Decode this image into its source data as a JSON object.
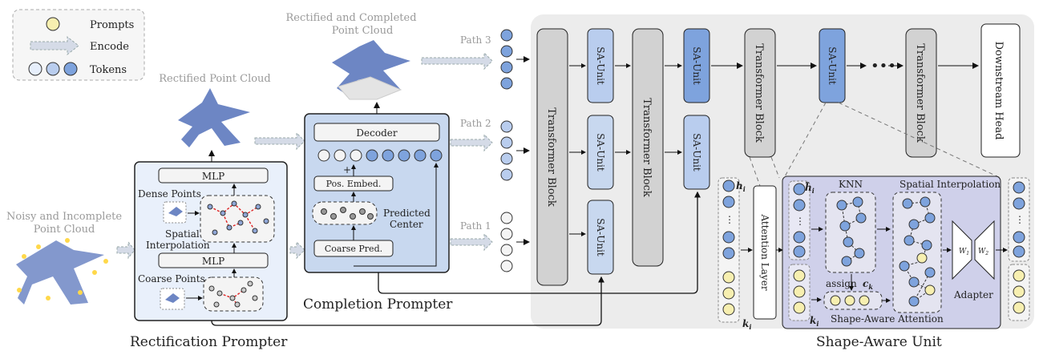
{
  "legend": {
    "prompts": "Prompts",
    "encode": "Encode",
    "tokens": "Tokens"
  },
  "labels": {
    "noisy_cloud_1": "Noisy and Incomplete",
    "noisy_cloud_2": "Point Cloud",
    "rectified_cloud": "Rectified Point Cloud",
    "completed_cloud_1": "Rectified and Completed",
    "completed_cloud_2": "Point Cloud",
    "rectification_prompter": "Rectification Prompter",
    "completion_prompter": "Completion Prompter",
    "shape_aware_unit": "Shape-Aware Unit"
  },
  "rectification": {
    "mlp_top": "MLP",
    "dense_points": "Dense Points",
    "spatial_interp_1": "Spatial",
    "spatial_interp_2": "Interpolation",
    "mlp_bottom": "MLP",
    "coarse_points": "Coarse Points"
  },
  "completion": {
    "decoder": "Decoder",
    "plus": "+",
    "pos_embed": "Pos. Embed.",
    "predicted_1": "Predicted",
    "predicted_2": "Center",
    "coarse_pred": "Coarse Pred."
  },
  "paths": {
    "p1": "Path 1",
    "p2": "Path 2",
    "p3": "Path 3"
  },
  "backbone": {
    "tb1": "Transformer Block",
    "tb2": "Transformer Block",
    "tb3": "Transformer Block",
    "tb4": "Transformer Block",
    "sa1": "SA-Unit",
    "sa2": "SA-Unit",
    "sa3": "SA-Unit",
    "sa4": "SA-Unit",
    "sa5": "SA-Unit",
    "sa6": "SA-Unit",
    "ellipsis": "•••",
    "head": "Downstream Head"
  },
  "sa_detail": {
    "attention": "Attention Layer",
    "knn": "KNN",
    "spatial_interp": "Spatial Interpolation",
    "assign": "assign",
    "ck": "c",
    "ck_sub": "k",
    "shape_aware_attn": "Shape-Aware Attention",
    "adapter": "Adapter",
    "w1": "W",
    "w1_sub": "1",
    "w2": "W",
    "w2_sub": "2",
    "hi": "h",
    "hi_sub": "i",
    "hti": "h̃",
    "hti_sub": "i",
    "ki": "k",
    "ki_sub": "i",
    "ki2": "k",
    "ki2_sub": "i"
  }
}
